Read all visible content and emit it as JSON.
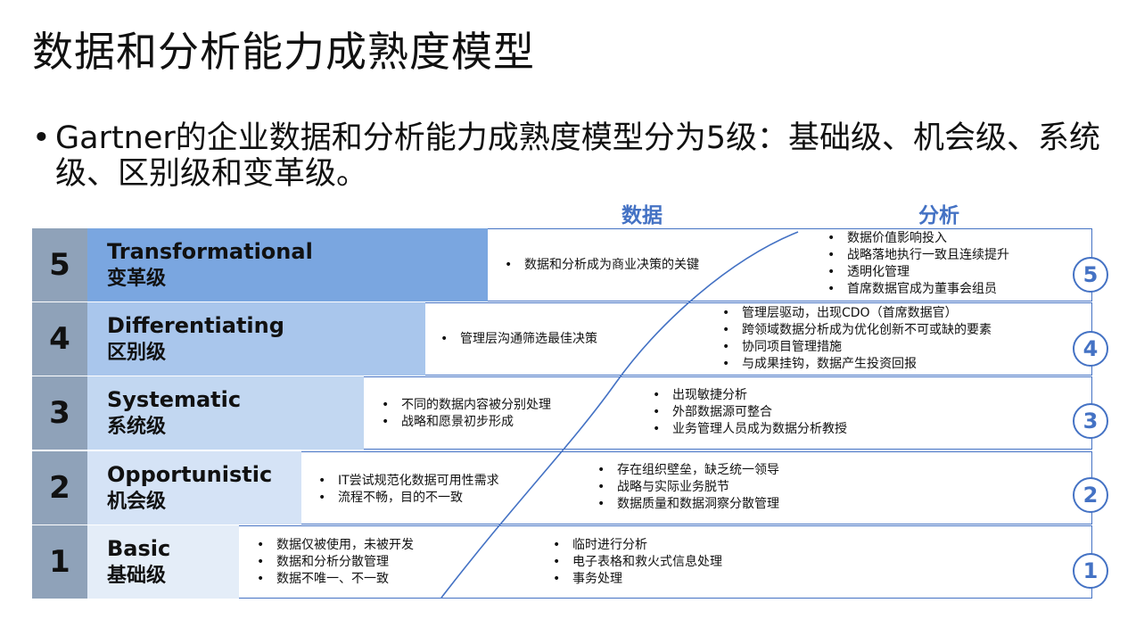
{
  "title": "数据和分析能力成熟度模型",
  "subtitle": {
    "bullet": "•",
    "text": "Gartner的企业数据和分析能力成熟度模型分为5级：基础级、机会级、系统级、区别级和变革级。"
  },
  "column_headers": {
    "data": "数据",
    "analysis": "分析"
  },
  "colors": {
    "accent": "#4472c4",
    "number_column": "#8fa2b9",
    "level5_fill": "#7aa6e0",
    "level4_fill": "#a9c6ec",
    "level3_fill": "#c2d7f1",
    "level2_fill": "#d5e3f6",
    "level1_fill": "#e4edf8"
  },
  "levels": [
    {
      "number": "5",
      "en": "Transformational",
      "zh": "变革级",
      "circle": "5",
      "data_points": [
        "数据和分析成为商业决策的关键"
      ],
      "analysis_points": [
        "数据价值影响投入",
        "战略落地执行一致且连续提升",
        "透明化管理",
        "首席数据官成为董事会组员"
      ]
    },
    {
      "number": "4",
      "en": "Differentiating",
      "zh": "区别级",
      "circle": "4",
      "data_points": [
        "管理层沟通筛选最佳决策"
      ],
      "analysis_points": [
        "管理层驱动，出现CDO（首席数据官）",
        "跨领域数据分析成为优化创新不可或缺的要素",
        "协同项目管理措施",
        "与成果挂钩，数据产生投资回报"
      ]
    },
    {
      "number": "3",
      "en": "Systematic",
      "zh": "系统级",
      "circle": "3",
      "data_points": [
        "不同的数据内容被分别处理",
        "战略和愿景初步形成"
      ],
      "analysis_points": [
        "出现敏捷分析",
        "外部数据源可整合",
        "业务管理人员成为数据分析教授"
      ]
    },
    {
      "number": "2",
      "en": "Opportunistic",
      "zh": "机会级",
      "circle": "2",
      "data_points": [
        "IT尝试规范化数据可用性需求",
        "流程不畅，目的不一致"
      ],
      "analysis_points": [
        "存在组织壁垒，缺乏统一领导",
        "战略与实际业务脱节",
        "数据质量和数据洞察分散管理"
      ]
    },
    {
      "number": "1",
      "en": "Basic",
      "zh": "基础级",
      "circle": "1",
      "data_points": [
        "数据仅被使用，未被开发",
        "数据和分析分散管理",
        "数据不唯一、不一致"
      ],
      "analysis_points": [
        "临时进行分析",
        "电子表格和救火式信息处理",
        "事务处理"
      ]
    }
  ]
}
